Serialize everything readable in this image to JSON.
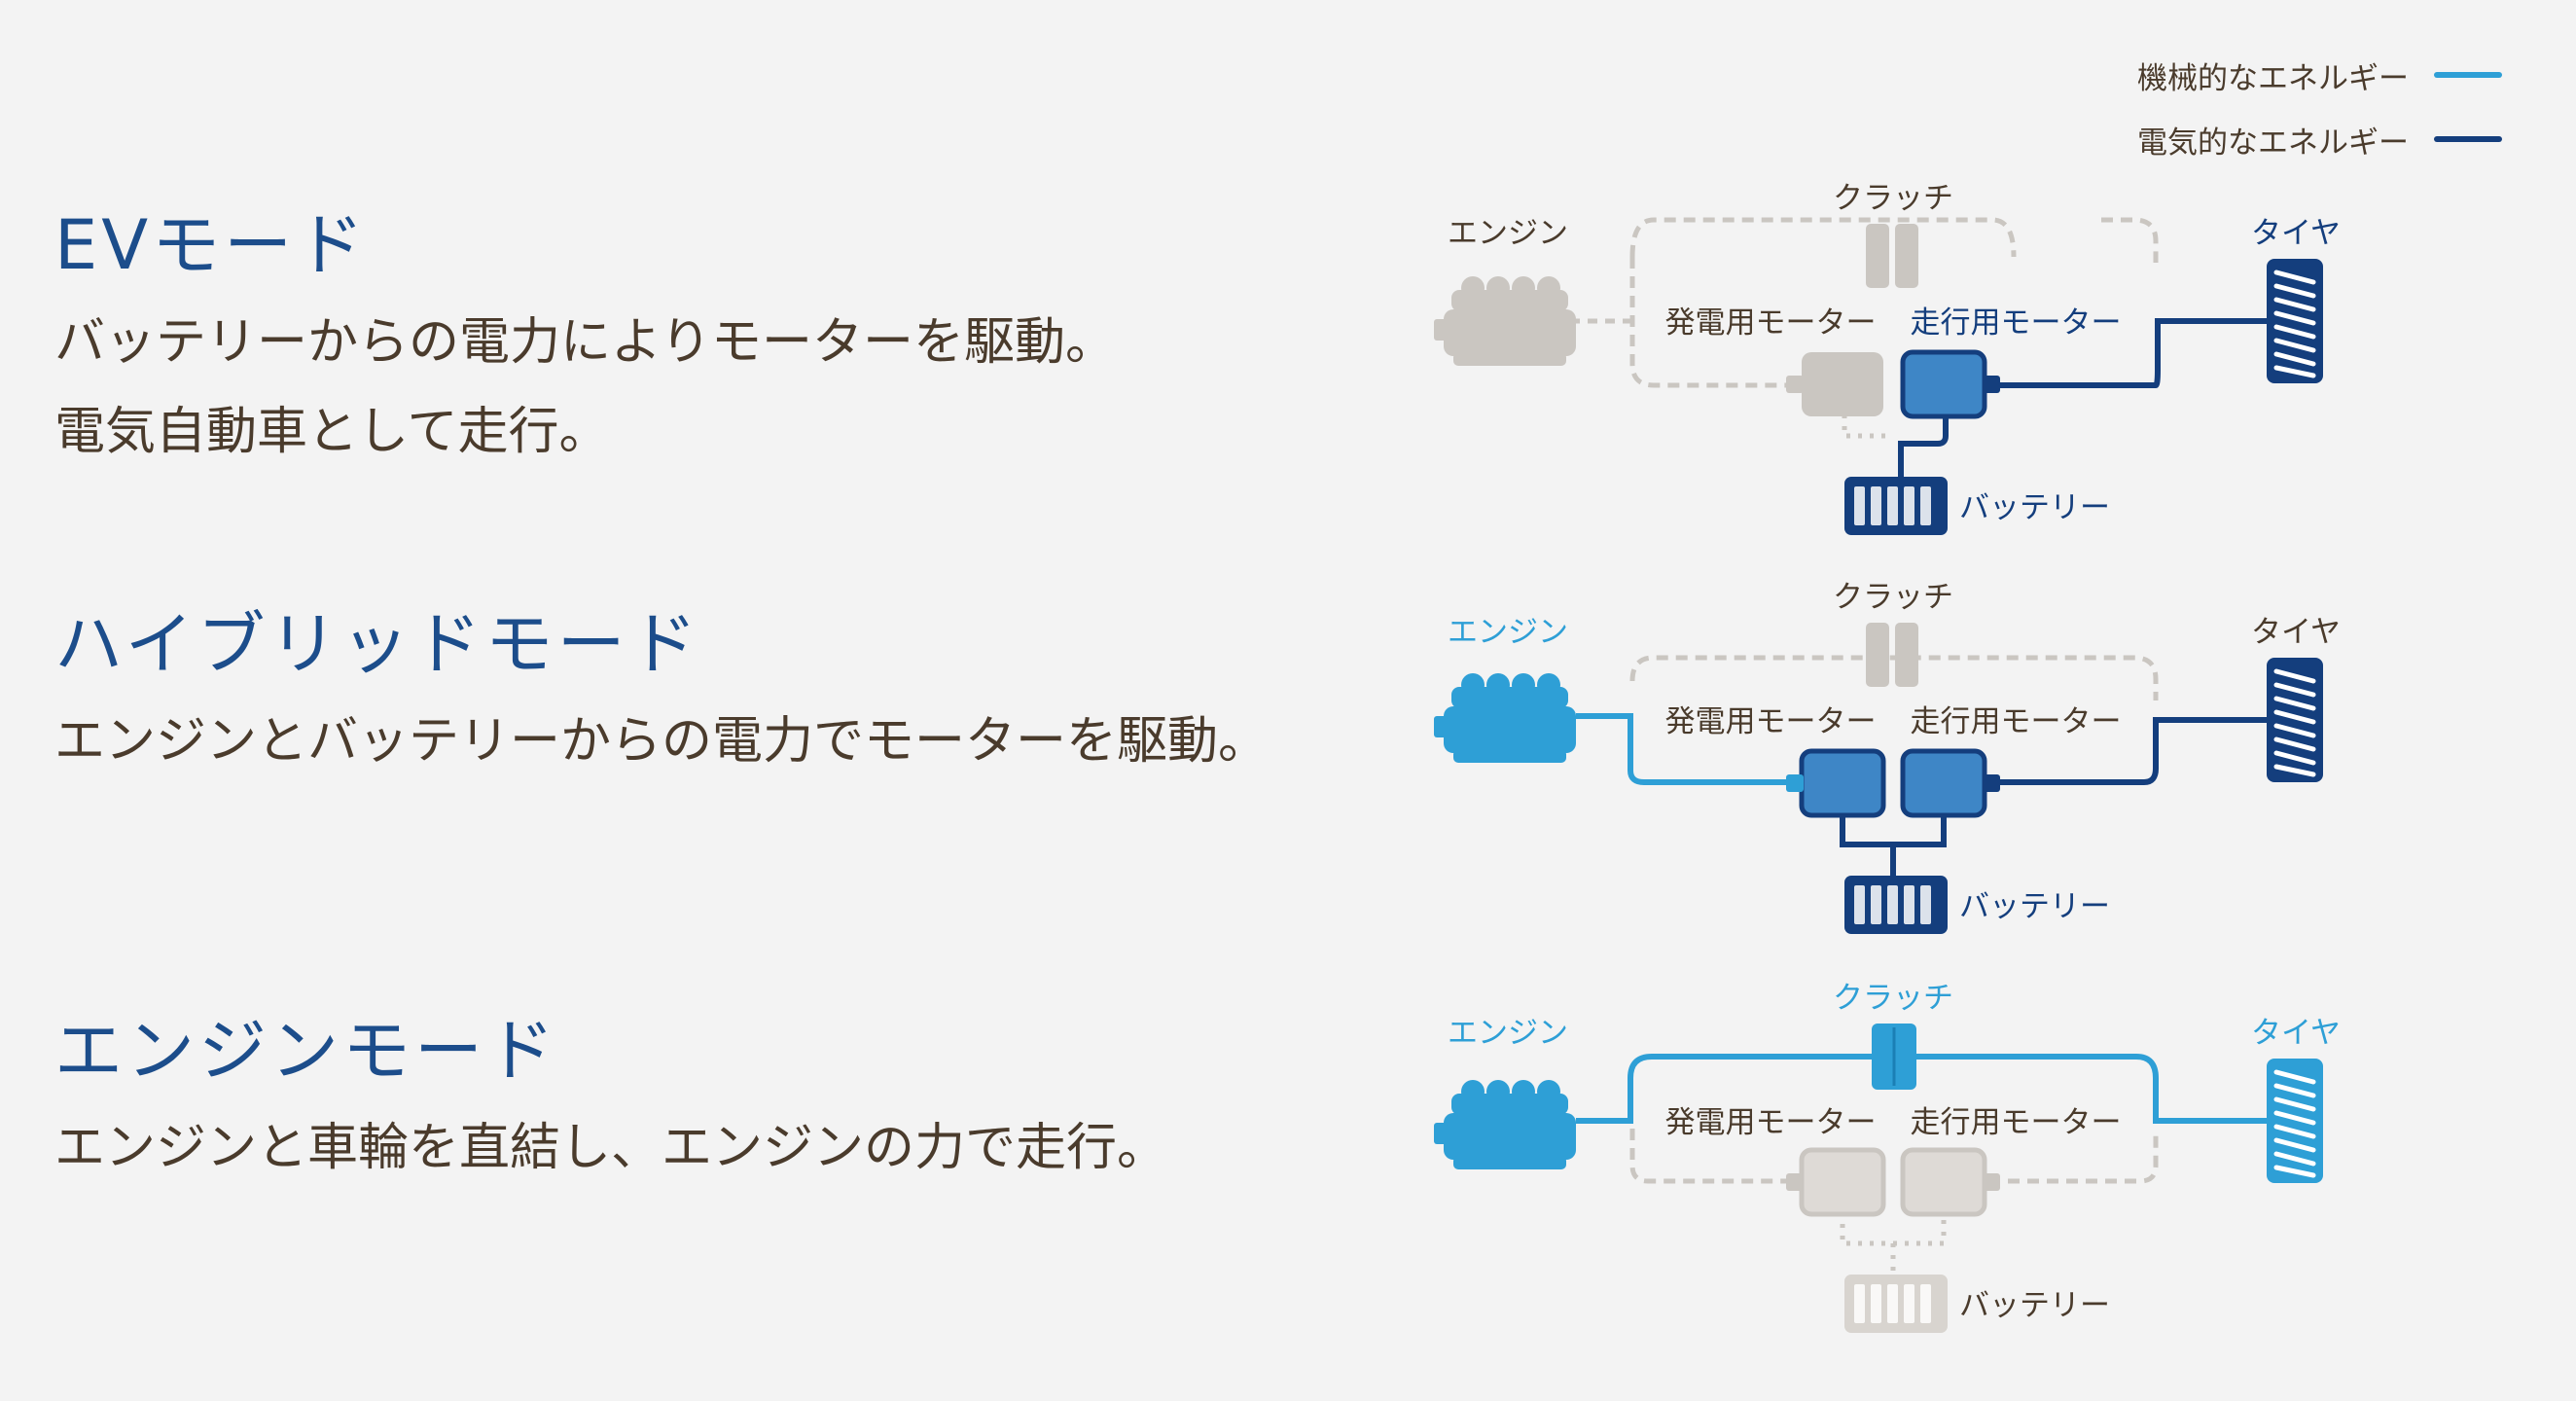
{
  "colors": {
    "mechanical": "#2e9fd6",
    "electrical": "#143e7d",
    "inactive": "#cac6c1",
    "title": "#1c4d8b",
    "body_text": "#4a3b2c"
  },
  "legend": [
    {
      "label": "機械的なエネルギー",
      "color": "#2e9fd6"
    },
    {
      "label": "電気的なエネルギー",
      "color": "#143e7d"
    }
  ],
  "modes": [
    {
      "title": "EVモード",
      "description": [
        "バッテリーからの電力によりモーターを駆動。",
        "電気自動車として走行。"
      ],
      "diagram": {
        "engine": "エンジン",
        "clutch": "クラッチ",
        "gen_motor": "発電用モーター",
        "drive_motor": "走行用モーター",
        "tire": "タイヤ",
        "battery": "バッテリー"
      }
    },
    {
      "title": "ハイブリッドモード",
      "description": [
        "エンジンとバッテリーからの電力でモーターを駆動。"
      ],
      "diagram": {
        "engine": "エンジン",
        "clutch": "クラッチ",
        "gen_motor": "発電用モーター",
        "drive_motor": "走行用モーター",
        "tire": "タイヤ",
        "battery": "バッテリー"
      }
    },
    {
      "title": "エンジンモード",
      "description": [
        "エンジンと車輪を直結し、エンジンの力で走行。"
      ],
      "diagram": {
        "engine": "エンジン",
        "clutch": "クラッチ",
        "gen_motor": "発電用モーター",
        "drive_motor": "走行用モーター",
        "tire": "タイヤ",
        "battery": "バッテリー"
      }
    }
  ]
}
